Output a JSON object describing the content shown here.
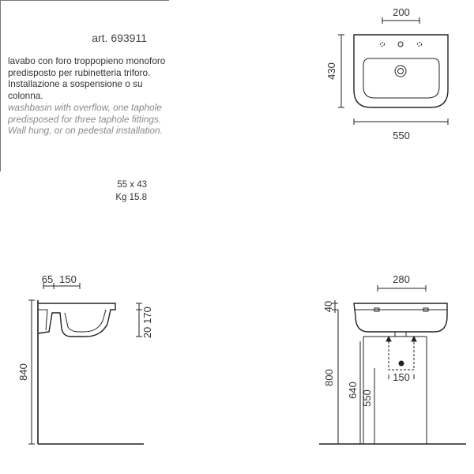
{
  "product": {
    "art": "art. 693911",
    "description_it": "lavabo con foro troppopieno monoforo predisposto per rubinetteria triforo. Installazione a sospensione o su colonna.",
    "description_en": "washbasin with overflow, one taphole predisposed for three taphole fittings. Wall hung, or on pedestal installation.",
    "size": "55 x 43",
    "weight": "Kg  15.8"
  },
  "top_view": {
    "dim_taps": "200",
    "dim_depth": "430",
    "dim_width": "550"
  },
  "side_view": {
    "dim_a": "65",
    "dim_b": "150",
    "dim_c": "20",
    "dim_d": "170",
    "dim_height": "840"
  },
  "front_view": {
    "dim_holes": "280",
    "dim_top": "40",
    "dim_h800": "800",
    "dim_h640": "640",
    "dim_h550": "550",
    "dim_150": "150"
  }
}
